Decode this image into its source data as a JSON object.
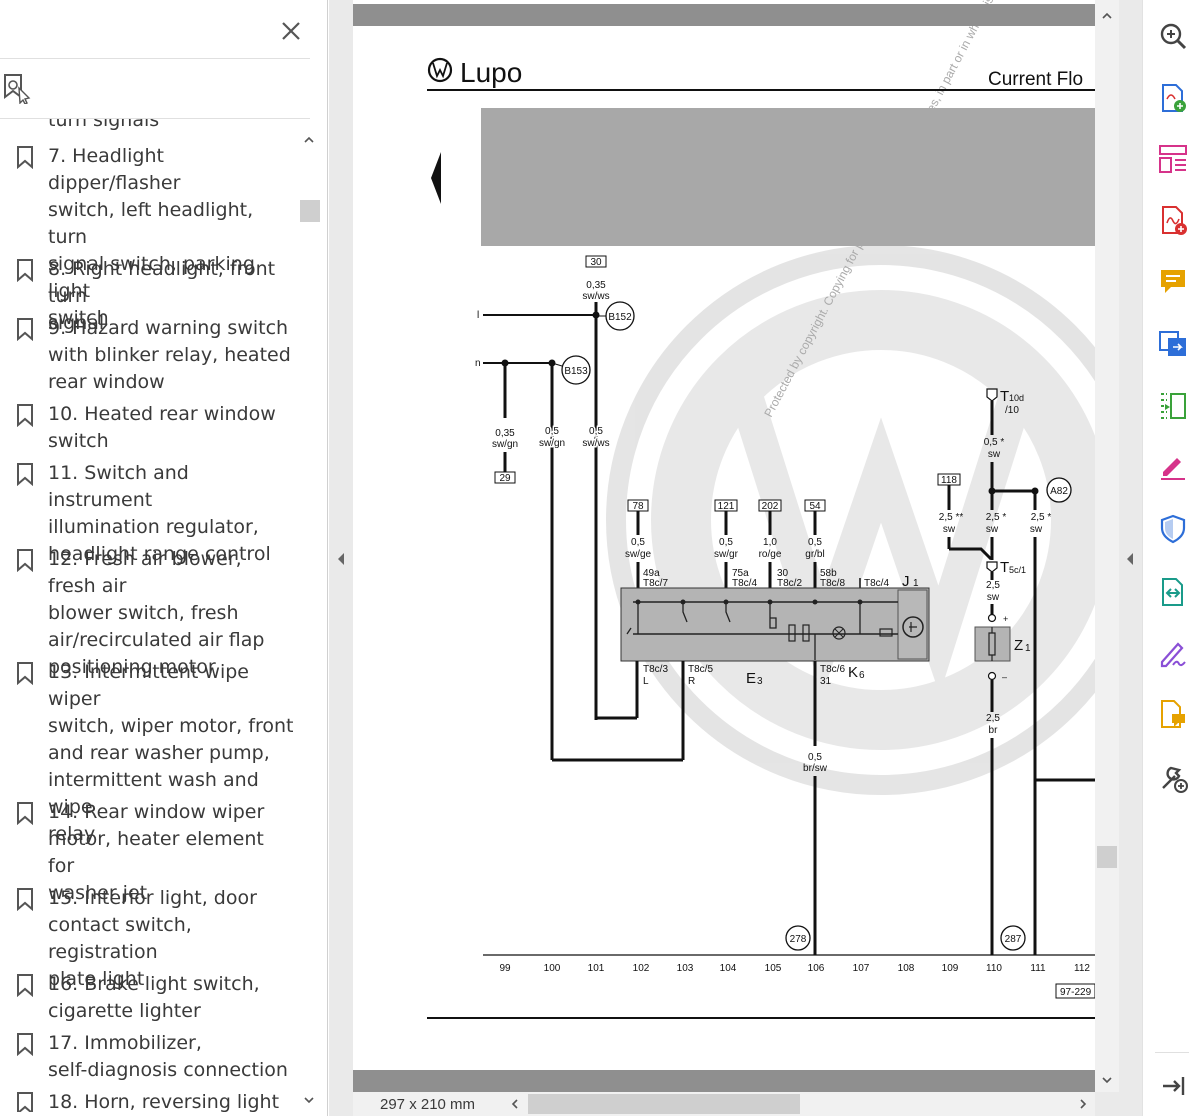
{
  "bookmarks": {
    "partial_top": "turn signals",
    "items": [
      {
        "lines": [
          "7. Headlight dipper/flasher",
          "switch, left headlight, turn",
          "signal switch, parking light",
          "switch"
        ]
      },
      {
        "lines": [
          "8. Right headlight, front turn",
          "signal"
        ]
      },
      {
        "lines": [
          "9. Hazard warning switch",
          "with blinker relay, heated",
          "rear window"
        ]
      },
      {
        "lines": [
          "10. Heated rear window",
          "switch"
        ]
      },
      {
        "lines": [
          "11. Switch and instrument",
          "illumination regulator,",
          "headlight range control"
        ]
      },
      {
        "lines": [
          "12. Fresh air blower, fresh air",
          "blower switch, fresh",
          "air/recirculated air flap",
          "positioning motor"
        ]
      },
      {
        "lines": [
          "13. Intermittent wipe wiper",
          "switch, wiper motor, front",
          "and rear washer pump,",
          "intermittent wash and wipe",
          "relay"
        ]
      },
      {
        "lines": [
          "14. Rear window wiper",
          "motor, heater element for",
          "washer jet"
        ]
      },
      {
        "lines": [
          "15. Interior light, door",
          "contact switch, registration",
          "plate light"
        ]
      },
      {
        "lines": [
          "16. Brake light switch,",
          "cigarette lighter"
        ]
      },
      {
        "lines": [
          "17. Immobilizer,",
          "self-diagnosis connection"
        ]
      },
      {
        "lines": [
          "18. Horn, reversing light"
        ]
      }
    ]
  },
  "status": {
    "page_size": "297 x 210 mm"
  },
  "document": {
    "brand": "Lupo",
    "header_right": "Current Flo",
    "drawing_number": "97-229",
    "watermark_arc": "Protected by copyright. Copying for private or commercial purposes, in part or in whole, is not permitted unless authorised by Volkswagen AG.",
    "grid_numbers": [
      "99",
      "100",
      "101",
      "102",
      "103",
      "104",
      "105",
      "106",
      "107",
      "108",
      "109",
      "110",
      "111",
      "112"
    ],
    "wires": {
      "w30_box": "30",
      "w30_size": "0,35",
      "w30_color": "sw/ws",
      "b152": "B152",
      "b153": "B153",
      "w_l": "l",
      "w_n": "n",
      "w29_size": "0,35",
      "w29_color": "sw/gn",
      "w29_box": "29",
      "w_mid_size": "0,5",
      "w_mid_color": "sw/gn",
      "w_right_size": "0,5",
      "w_right_color": "sw/ws",
      "w78_box": "78",
      "w78_size": "0,5",
      "w78_color": "sw/ge",
      "w121_box": "121",
      "w121_size": "0,5",
      "w121_color": "sw/gr",
      "w202_box": "202",
      "w202_size": "1,0",
      "w202_color": "ro/ge",
      "w54_box": "54",
      "w54_size": "0,5",
      "w54_color": "gr/bl",
      "pin_49a": "49a",
      "pin_t8c7": "T8c/7",
      "pin_75a": "75a",
      "pin_t8c4a": "T8c/4",
      "pin_30": "30",
      "pin_t8c2": "T8c/2",
      "pin_58b": "58b",
      "pin_t8c8": "T8c/8",
      "pin_t8c4b": "T8c/4",
      "j1": "J",
      "j1_sub": "1",
      "pin_t8c3": "T8c/3",
      "pin_L": "L",
      "pin_t8c5": "T8c/5",
      "pin_R": "R",
      "e3": "E",
      "e3_sub": "3",
      "pin_t8c6": "T8c/6",
      "pin_31": "31",
      "k6": "K",
      "k6_sub": "6",
      "w_brsw_size": "0,5",
      "w_brsw_color": "br/sw",
      "c278": "278",
      "c287": "287",
      "t10d": "T",
      "t10d_sub": "10d",
      "t10d_pin": "/10",
      "w05sw_size": "0,5 *",
      "w05sw_color": "sw",
      "w118_box": "118",
      "w25a_size": "2,5 **",
      "w25a_color": "sw",
      "w25b_size": "2,5 *",
      "w25b_color": "sw",
      "w25c_size": "2,5 *",
      "w25c_color": "sw",
      "a82": "A82",
      "t5c": "T",
      "t5c_sub": "5c/1",
      "w25d_size": "2,5",
      "w25d_color": "sw",
      "z1": "Z",
      "z1_sub": "1",
      "z_plus": "+",
      "z_minus": "–",
      "w25e_size": "2,5",
      "w25e_color": "br"
    }
  },
  "tools": [
    {
      "name": "zoom-in-icon"
    },
    {
      "name": "export-pdf-icon"
    },
    {
      "name": "organize-pages-icon"
    },
    {
      "name": "create-pdf-icon"
    },
    {
      "name": "comment-icon"
    },
    {
      "name": "combine-files-icon"
    },
    {
      "name": "compress-pdf-icon"
    },
    {
      "name": "fill-sign-icon"
    },
    {
      "name": "protect-icon"
    },
    {
      "name": "share-icon"
    },
    {
      "name": "request-signatures-icon"
    },
    {
      "name": "send-for-review-icon"
    },
    {
      "name": "more-tools-icon"
    },
    {
      "name": "collapse-pane-icon"
    }
  ],
  "colors": {
    "accent_red": "#d93030",
    "accent_blue": "#2d6ed8",
    "accent_green": "#3aa23a",
    "accent_orange": "#e6a200",
    "accent_purple": "#8a4fd6",
    "accent_pink": "#d6338a",
    "accent_teal": "#1a9b8a"
  }
}
